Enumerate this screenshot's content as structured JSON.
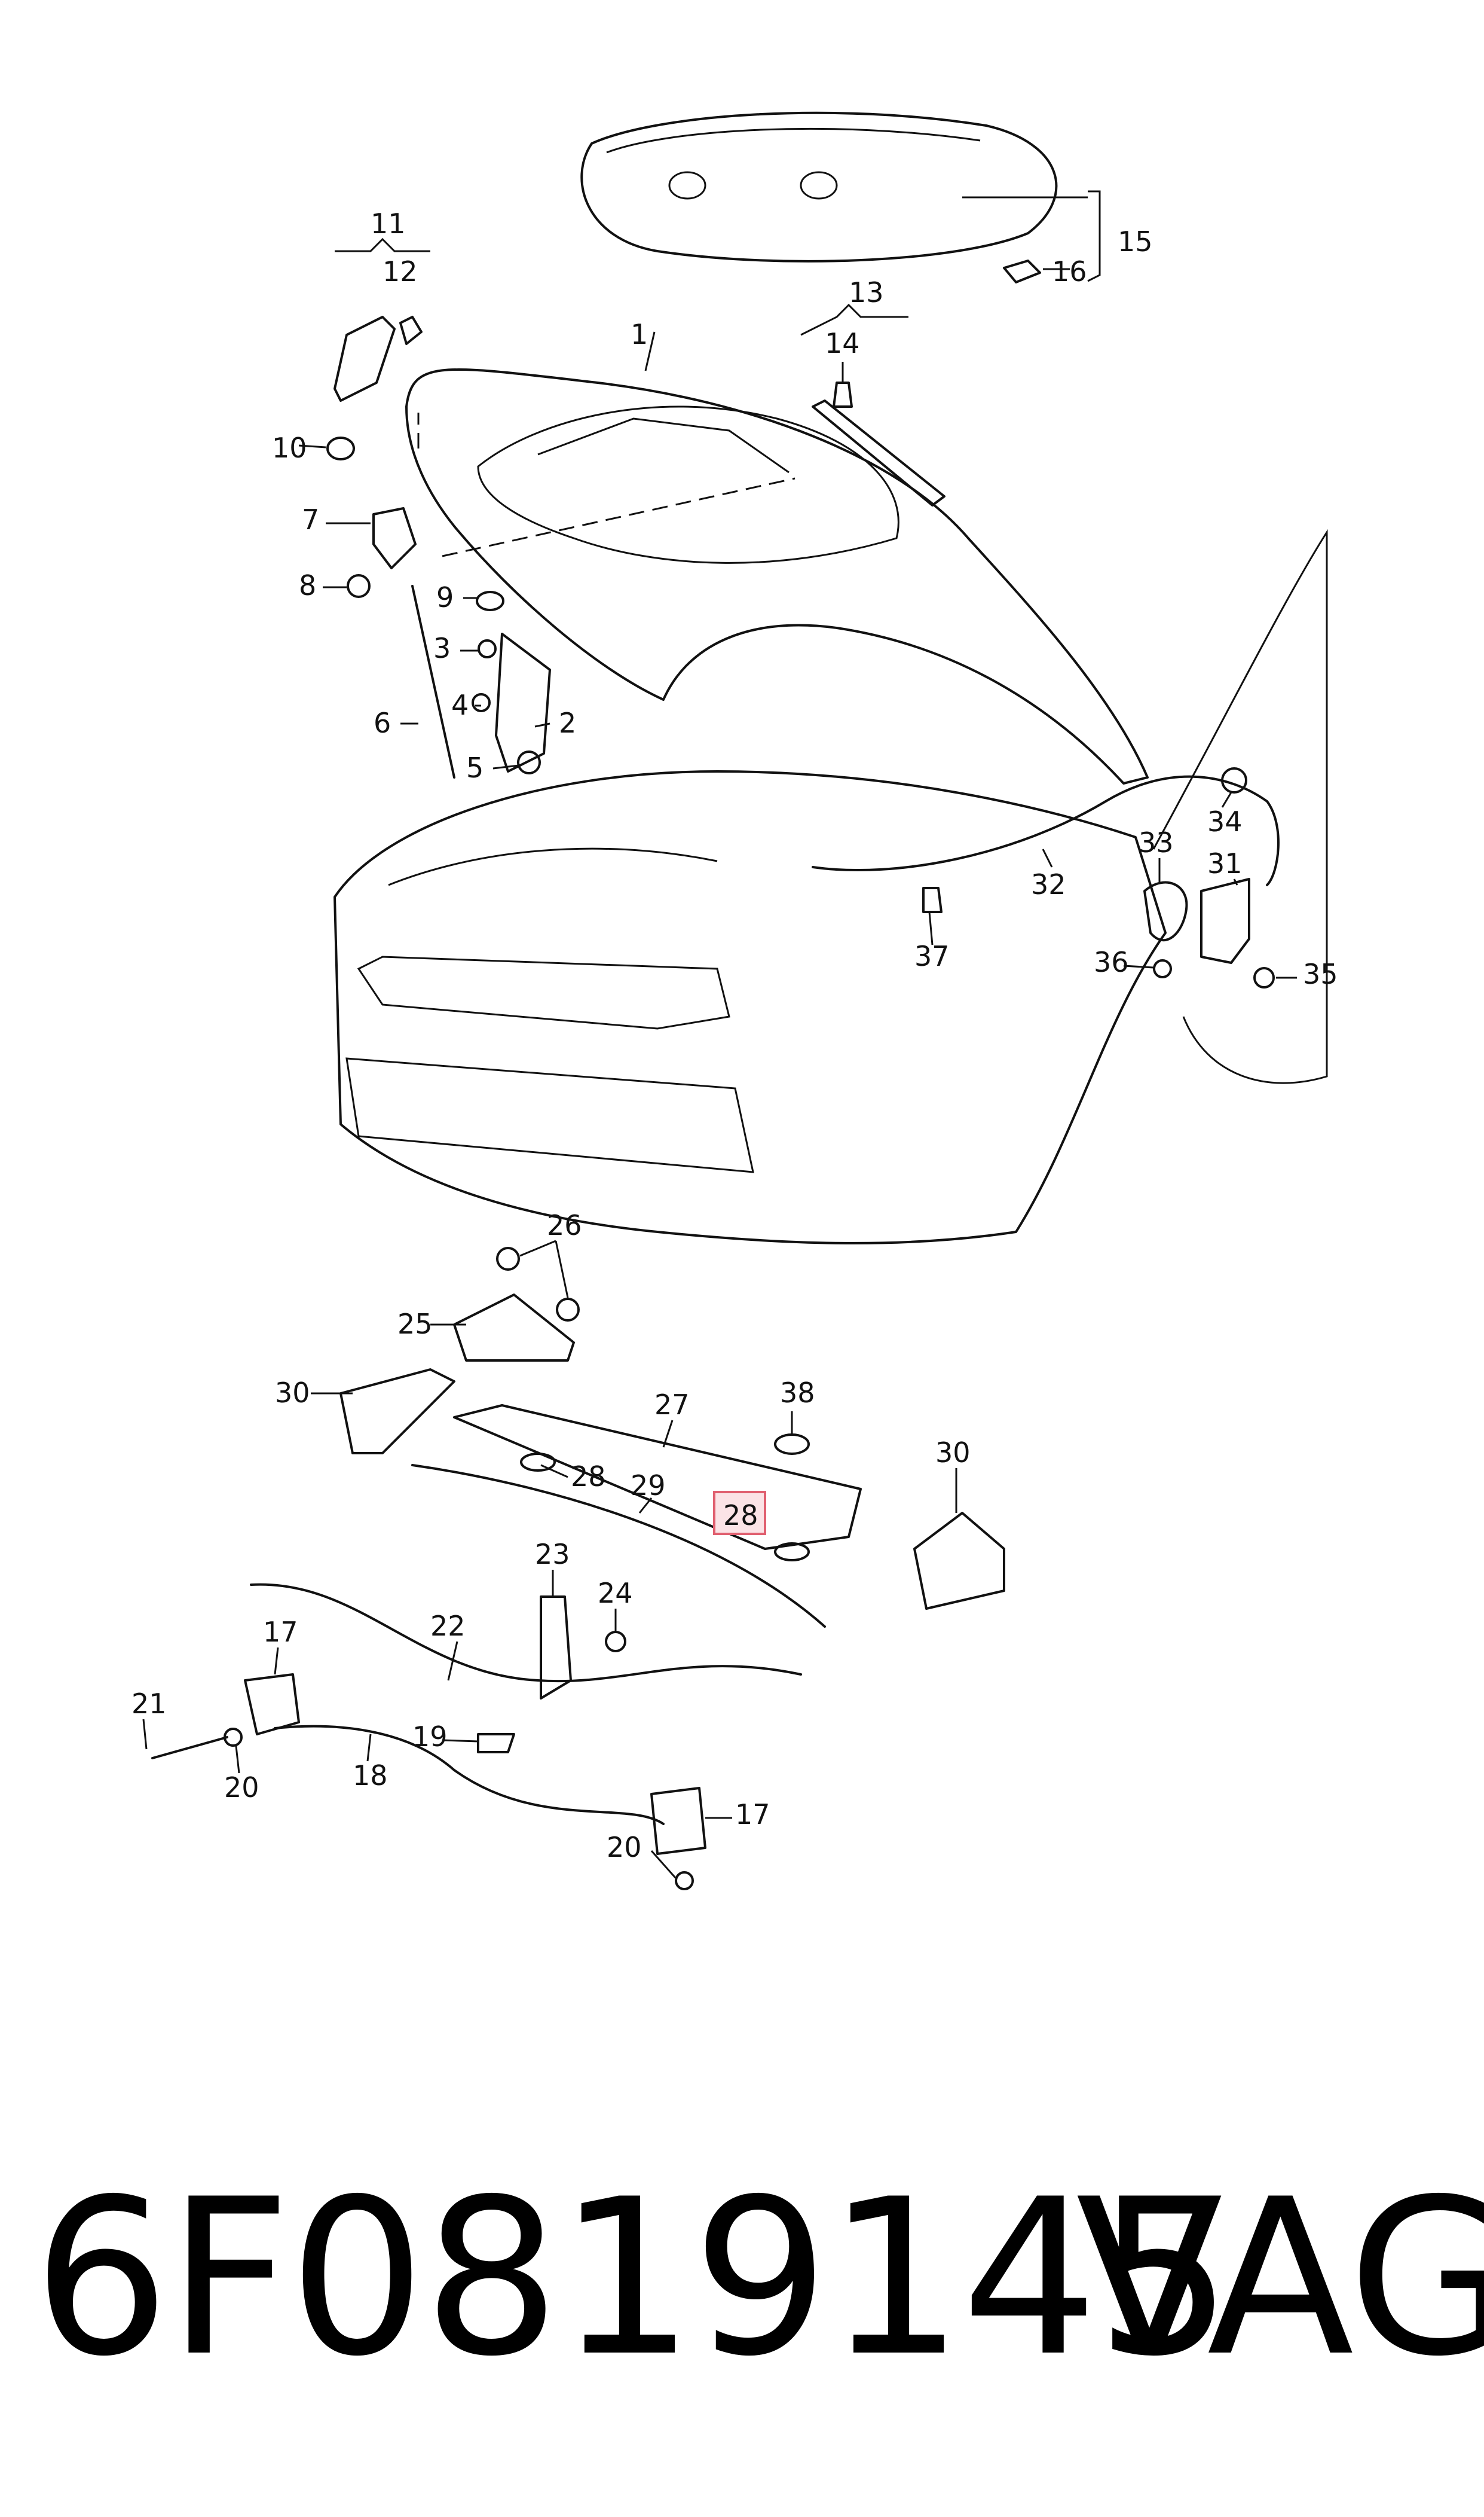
{
  "diagram": {
    "highlighted_callout": "28",
    "callouts": [
      "1",
      "2",
      "3",
      "4",
      "5",
      "6",
      "7",
      "8",
      "9",
      "10",
      "11",
      "12",
      "13",
      "14",
      "15",
      "16",
      "17",
      "18",
      "19",
      "20",
      "21",
      "22",
      "23",
      "24",
      "25",
      "26",
      "27",
      "28",
      "29",
      "30",
      "31",
      "32",
      "33",
      "34",
      "35",
      "36",
      "37",
      "38"
    ]
  },
  "footer": {
    "part_number": "6F0819145",
    "brand": "VAG"
  }
}
